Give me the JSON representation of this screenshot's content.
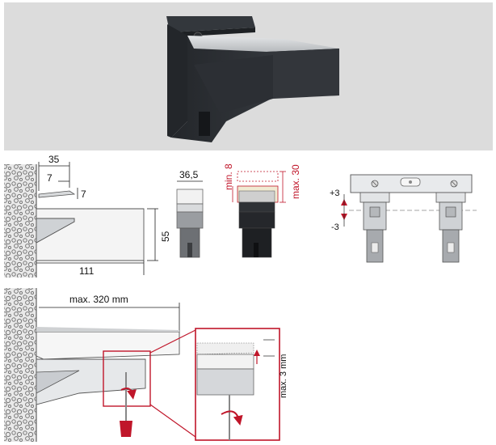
{
  "panel_top": {
    "background": "#dcdcdc"
  },
  "side_view": {
    "dims": {
      "width_top": "35",
      "slot_depth": "7",
      "slot_height": "7",
      "height": "55",
      "length": "111"
    }
  },
  "front_views": {
    "width": "36,5",
    "min_thickness": "min. 8",
    "max_thickness": "max. 30"
  },
  "level_view": {
    "plus": "+3",
    "minus": "-3"
  },
  "install_view": {
    "max_depth": "max. 320 mm",
    "max_adjust": "max. 3 mm"
  },
  "colors": {
    "accent_red": "#c0162a",
    "bracket_dark": "#2e3136",
    "bracket_light": "#d6d9dc"
  }
}
